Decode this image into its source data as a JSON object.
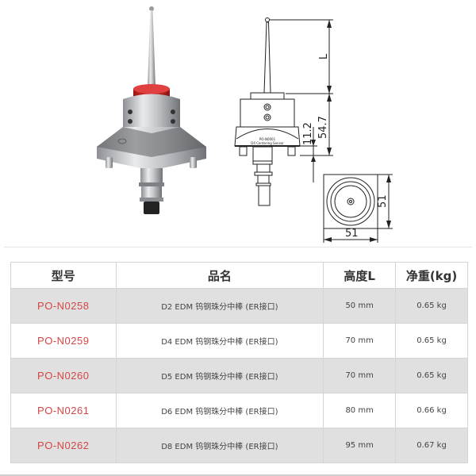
{
  "product_photo": {
    "alt": "EDM tungsten steel ball centering probe with red cap and four-leg base",
    "colors": {
      "cap": "#d42a2a",
      "metal": "#b9bcbf",
      "collet": "#222222"
    }
  },
  "drawing": {
    "dimension_L": "L",
    "dimension_547": "54.7",
    "dimension_112": "11.2",
    "base_width": "51",
    "base_height": "51",
    "label_line1": "PO-N0001",
    "label_line2": "D4 Centering Sensor"
  },
  "table": {
    "headers": [
      "型号",
      "品名",
      "高度L",
      "净重(kg)"
    ],
    "rows": [
      {
        "model": "PO-N0258",
        "name": "D2 EDM 钨钢珠分中棒 (ER接口)",
        "height": "50 mm",
        "weight": "0.65 kg",
        "shaded": true
      },
      {
        "model": "PO-N0259",
        "name": "D4 EDM 钨钢珠分中棒 (ER接口)",
        "height": "70 mm",
        "weight": "0.65 kg",
        "shaded": false
      },
      {
        "model": "PO-N0260",
        "name": "D5 EDM 钨钢珠分中棒 (ER接口)",
        "height": "70 mm",
        "weight": "0.65 kg",
        "shaded": true
      },
      {
        "model": "PO-N0261",
        "name": "D6 EDM 钨钢珠分中棒 (ER接口)",
        "height": "80 mm",
        "weight": "0.66 kg",
        "shaded": false
      },
      {
        "model": "PO-N0262",
        "name": "D8 EDM 钨钢珠分中棒 (ER接口)",
        "height": "95 mm",
        "weight": "0.67 kg",
        "shaded": true
      }
    ],
    "colors": {
      "model_text": "#d64545",
      "shade": "#e0e0e0",
      "border": "#d5d5d5"
    }
  }
}
